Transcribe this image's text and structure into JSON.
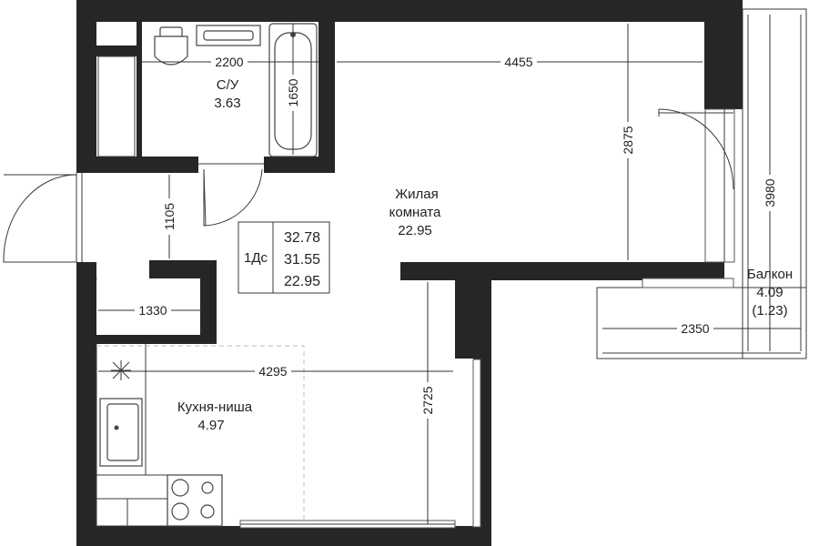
{
  "dimensions": {
    "bath_width": "2200",
    "living_width": "4455",
    "bath_height": "1650",
    "living_height": "2875",
    "balcony_height": "3980",
    "hall_depth": "1105",
    "hall_width": "1330",
    "kitchen_width": "4295",
    "kitchen_height": "2725",
    "balcony_width": "2350"
  },
  "rooms": {
    "bathroom": {
      "name": "С/У",
      "area": "3.63"
    },
    "living": {
      "name_line1": "Жилая",
      "name_line2": "комната",
      "area": "22.95"
    },
    "kitchen": {
      "name": "Кухня-ниша",
      "area": "4.97"
    },
    "balcony": {
      "name": "Балкон",
      "area": "4.09",
      "area_reduced": "(1.23)"
    }
  },
  "apartment": {
    "type": "1Дс",
    "total_area": "32.78",
    "living_total": "31.55",
    "living_area": "22.95"
  }
}
